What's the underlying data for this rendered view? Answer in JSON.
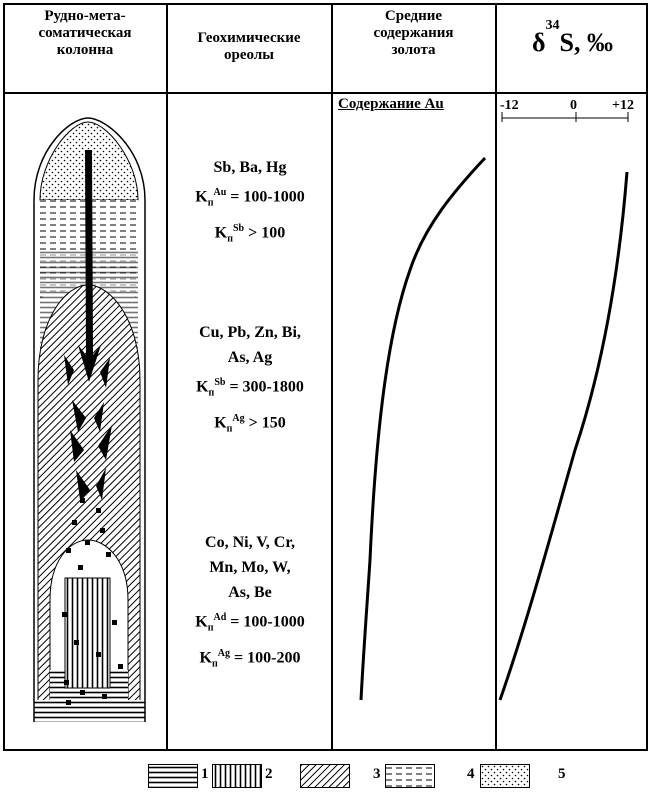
{
  "headers": {
    "col1": "Рудно-мета-\nсоматическая\nколонна",
    "col2": "Геохимические\nореолы",
    "col3": "Средние\nсодержания\nзолота",
    "col4_symbol": "δ",
    "col4_sup": "34",
    "col4_rest": "S, ‰"
  },
  "col3_sublabel": "Содержание Au",
  "col4_ticks": [
    "-12",
    "0",
    "+12"
  ],
  "zones": [
    {
      "elements": "Sb, Ba, Hg",
      "k1_base": "K",
      "k1_sub": "п",
      "k1_sup": "Au",
      "k1_value": "= 100-1000",
      "k2_base": "K",
      "k2_sub": "п",
      "k2_sup": "Sb",
      "k2_value": "> 100"
    },
    {
      "elements": "Cu, Pb, Zn, Bi,",
      "elements2": "As, Ag",
      "k1_base": "K",
      "k1_sub": "п",
      "k1_sup": "Sb",
      "k1_value": "= 300-1800",
      "k2_base": "K",
      "k2_sub": "п",
      "k2_sup": "Ag",
      "k2_value": "> 150"
    },
    {
      "elements": "Co, Ni, V, Cr,",
      "elements2": "Mn, Mo, W,",
      "elements3": "As, Be",
      "k1_base": "K",
      "k1_sub": "п",
      "k1_sup": "Ad",
      "k1_value": "= 100-1000",
      "k2_base": "K",
      "k2_sub": "п",
      "k2_sup": "Ag",
      "k2_value": "= 100-200"
    }
  ],
  "legend": [
    "1",
    "2",
    "3",
    "4",
    "5"
  ]
}
